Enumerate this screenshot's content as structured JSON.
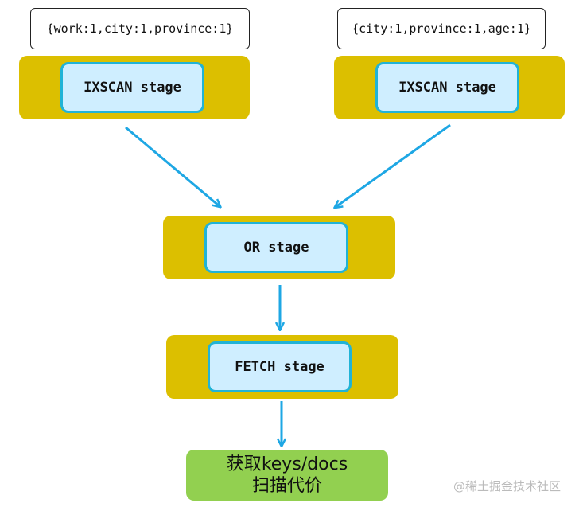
{
  "index_labels": {
    "left": "{work:1,city:1,province:1}",
    "right": "{city:1,province:1,age:1}"
  },
  "stages": {
    "ixscan_left": "IXSCAN stage",
    "ixscan_right": "IXSCAN stage",
    "or": "OR stage",
    "fetch": "FETCH stage"
  },
  "result": {
    "line1": "获取keys/docs",
    "line2": "扫描代价"
  },
  "watermark": "@稀土掘金技术社区",
  "colors": {
    "stage_outer": "#dcbf00",
    "stage_inner": "#cfeeff",
    "stage_border": "#21b3d6",
    "arrow": "#1ea7e4",
    "result": "#92d050"
  }
}
